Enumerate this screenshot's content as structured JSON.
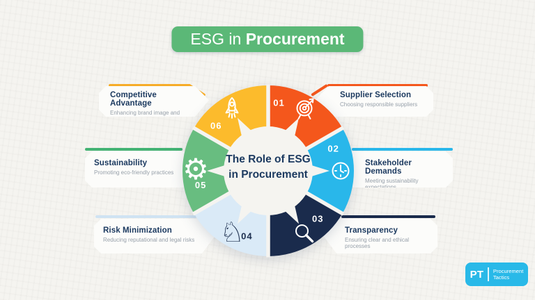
{
  "page": {
    "background": "#F5F4F0"
  },
  "title": {
    "prefix": "ESG in",
    "emphasis": "Procurement",
    "bg": "#5BB877",
    "text_color": "#FFFFFF"
  },
  "center": {
    "text": "The Role of ESG in Procurement"
  },
  "wheel": {
    "segments": [
      {
        "num": "01",
        "icon": "target-icon",
        "color": "#F4571C",
        "num_color": "#FFFFFF",
        "icon_color": "#FFFFFF",
        "linked_label": "Supplier Selection"
      },
      {
        "num": "02",
        "icon": "clock-icon",
        "color": "#29B7EA",
        "num_color": "#FFFFFF",
        "icon_color": "#FFFFFF",
        "linked_label": "Stakeholder Demands"
      },
      {
        "num": "03",
        "icon": "magnifier-icon",
        "color": "#1A2B4C",
        "num_color": "#FFFFFF",
        "icon_color": "#FFFFFF",
        "linked_label": "Transparency"
      },
      {
        "num": "04",
        "icon": "knight-icon",
        "color": "#DAEAF7",
        "num_color": "#1E3050",
        "icon_color": "#1E3050",
        "linked_label": "Risk Minimization"
      },
      {
        "num": "05",
        "icon": "gear-icon",
        "color": "#68BD80",
        "num_color": "#FFFFFF",
        "icon_color": "#FFFFFF",
        "linked_label": "Sustainability"
      },
      {
        "num": "06",
        "icon": "rocket-icon",
        "color": "#FCBB2C",
        "num_color": "#FFFFFF",
        "icon_color": "#FFFFFF",
        "linked_label": "Competitive Advantage"
      }
    ]
  },
  "icons": {
    "gear-icon": "⚙",
    "knight-icon": "♘"
  },
  "labels": [
    {
      "title": "Competitive Advantage",
      "desc": "Enhancing brand image and market position",
      "accent": "#F6AC28"
    },
    {
      "title": "Supplier Selection",
      "desc": "Choosing responsible suppliers",
      "accent": "#F4571C"
    },
    {
      "title": "Sustainability",
      "desc": "Promoting eco-friendly practices",
      "accent": "#44B374"
    },
    {
      "title": "Stakeholder Demands",
      "desc": "Meeting sustainability expectations",
      "accent": "#29B7EA"
    },
    {
      "title": "Risk Minimization",
      "desc": "Reducing reputational and legal risks",
      "accent": "#CFE3F3"
    },
    {
      "title": "Transparency",
      "desc": "Ensuring clear and ethical processes",
      "accent": "#1A2B4C"
    }
  ],
  "logo": {
    "abbr": "PT",
    "line1": "Procurement",
    "line2": "Tactics",
    "bg": "#29B9E8"
  }
}
